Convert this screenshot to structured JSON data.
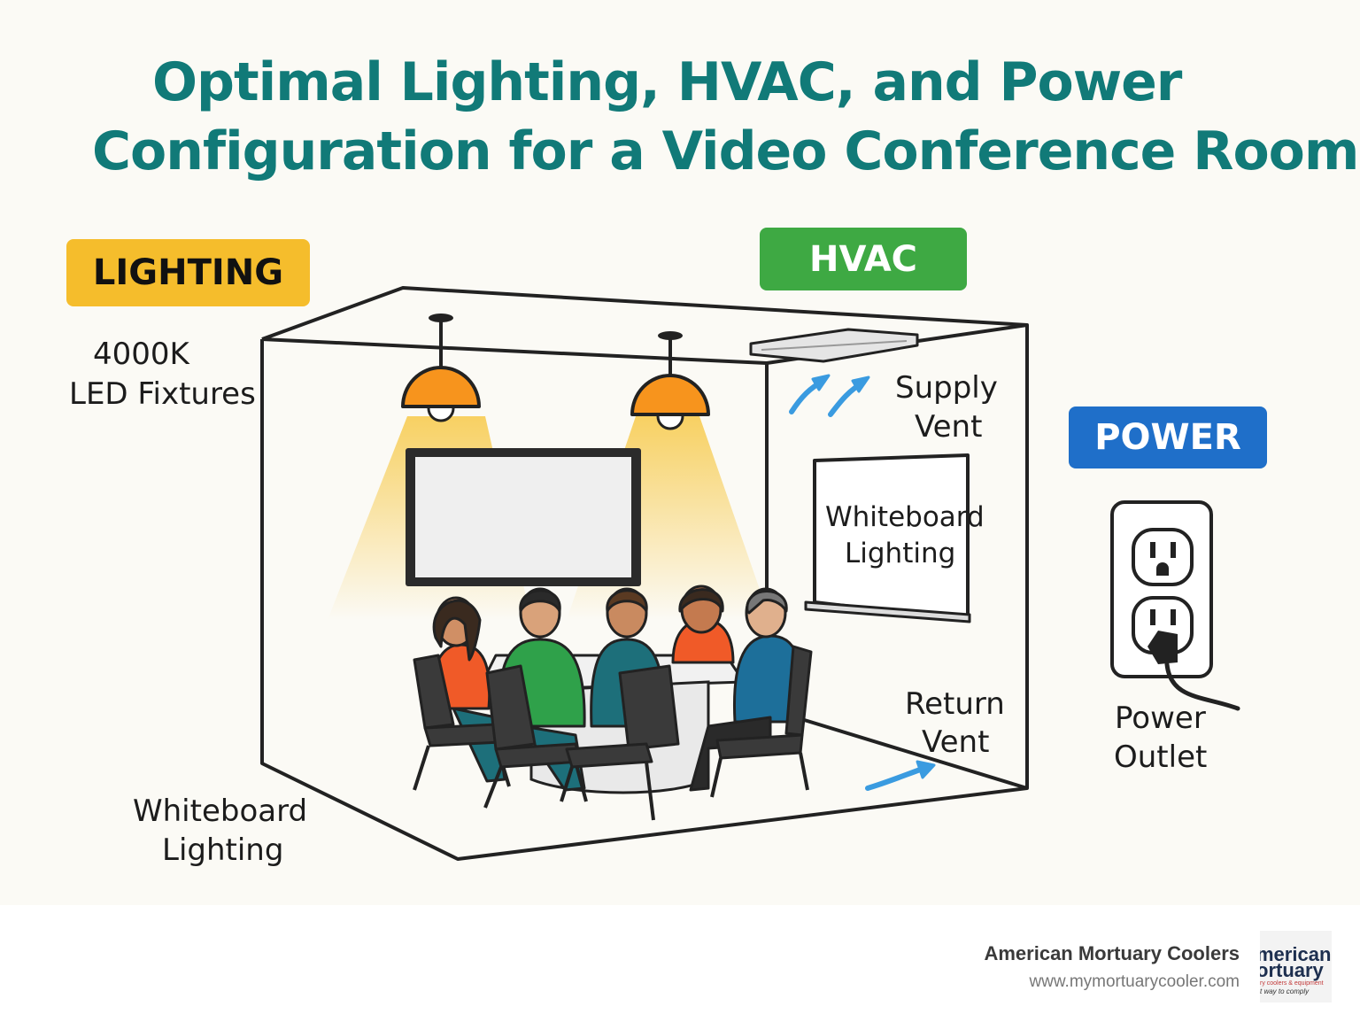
{
  "title": {
    "line1": "Optimal Lighting, HVAC, and Power",
    "line2": "Configuration for a Video Conference Room"
  },
  "badges": {
    "lighting": "LIGHTING",
    "hvac": "HVAC",
    "power": "POWER"
  },
  "labels": {
    "led_fixtures_1": "4000K",
    "led_fixtures_2": "LED Fixtures",
    "supply_vent_1": "Supply",
    "supply_vent_2": "Vent",
    "whiteboard_wall_1": "Whiteboard",
    "whiteboard_wall_2": "Lighting",
    "return_vent_1": "Return",
    "return_vent_2": "Vent",
    "whiteboard_floor_1": "Whiteboard",
    "whiteboard_floor_2": "Lighting",
    "power_outlet_1": "Power",
    "power_outlet_2": "Outlet"
  },
  "footer": {
    "brand_name": "American Mortuary Coolers",
    "url": "www.mymortuarycooler.com",
    "logo_line1": "merican",
    "logo_line2": "ortuary",
    "logo_line3": "ry coolers & equipment",
    "logo_line4": "t way to comply"
  },
  "colors": {
    "title": "#117a78",
    "lighting_badge": "#f5bd2c",
    "hvac_badge": "#3ea943",
    "power_badge": "#1f6fc9",
    "lamp": "#f7941d",
    "vent_arrow": "#3a9be0"
  },
  "icons": {
    "lamp": "pendant-lamp-icon",
    "supply_arrow": "airflow-arrow-icon",
    "outlet": "power-outlet-icon"
  }
}
